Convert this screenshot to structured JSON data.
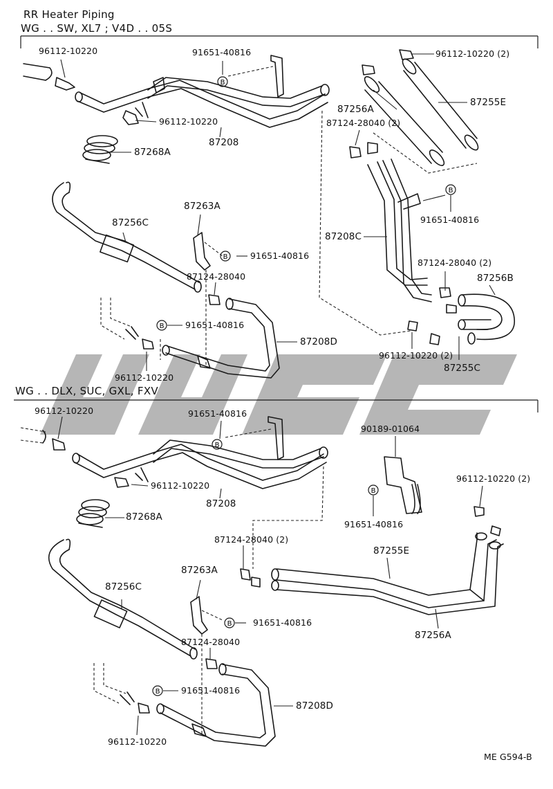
{
  "sections": [
    {
      "title": "RR Heater Piping",
      "subtitle": "WG . . SW, XL7 ; V4D . . 05S"
    },
    {
      "subtitle": "WG . . DLX, SUC, GXL, FXV"
    }
  ],
  "labels": {
    "s1_clamp_tl": "96112-10220",
    "s1_bolt_top": "91651-40816",
    "s1_clamp_tr": "96112-10220 (2)",
    "s1_clamp_mid": "96112-10220",
    "s1_pipe_main": "87208",
    "s1_hose_256a": "87256A",
    "s1_hose_255e": "87255E",
    "s1_clip_2": "87124-28040 (2)",
    "s1_grommet": "87268A",
    "s1_hose_256c": "87256C",
    "s1_bracket": "87263A",
    "s1_bolt_bracket": "91651-40816",
    "s1_clip_lower": "87124-28040",
    "s1_bolt_lower": "91651-40816",
    "s1_pipe_208d": "87208D",
    "s1_clamp_bottom": "96112-10220",
    "s1_pipe_208c": "87208C",
    "s1_bolt_right": "91651-40816",
    "s1_clip_right": "87124-28040 (2)",
    "s1_hose_256b": "87256B",
    "s1_clamp_right_bottom": "96112-10220 (2)",
    "s1_hose_255c": "87255C",
    "s2_clamp_tl": "96112-10220",
    "s2_bolt_top": "91651-40816",
    "s2_clamp_mid": "96112-10220",
    "s2_pipe_main": "87208",
    "s2_grommet": "87268A",
    "s2_bracket_r": "90189-01064",
    "s2_bolt_r": "91651-40816",
    "s2_clamp_r": "96112-10220 (2)",
    "s2_clip_2": "87124-28040 (2)",
    "s2_hose_255e": "87255E",
    "s2_hose_256a": "87256A",
    "s2_hose_256c": "87256C",
    "s2_bracket": "87263A",
    "s2_bolt_bracket": "91651-40816",
    "s2_clip_lower": "87124-28040",
    "s2_bolt_lower": "91651-40816",
    "s2_pipe_208d": "87208D",
    "s2_clamp_bottom": "96112-10220",
    "footer": "ME  G594-B"
  },
  "bolt_marker": "B"
}
